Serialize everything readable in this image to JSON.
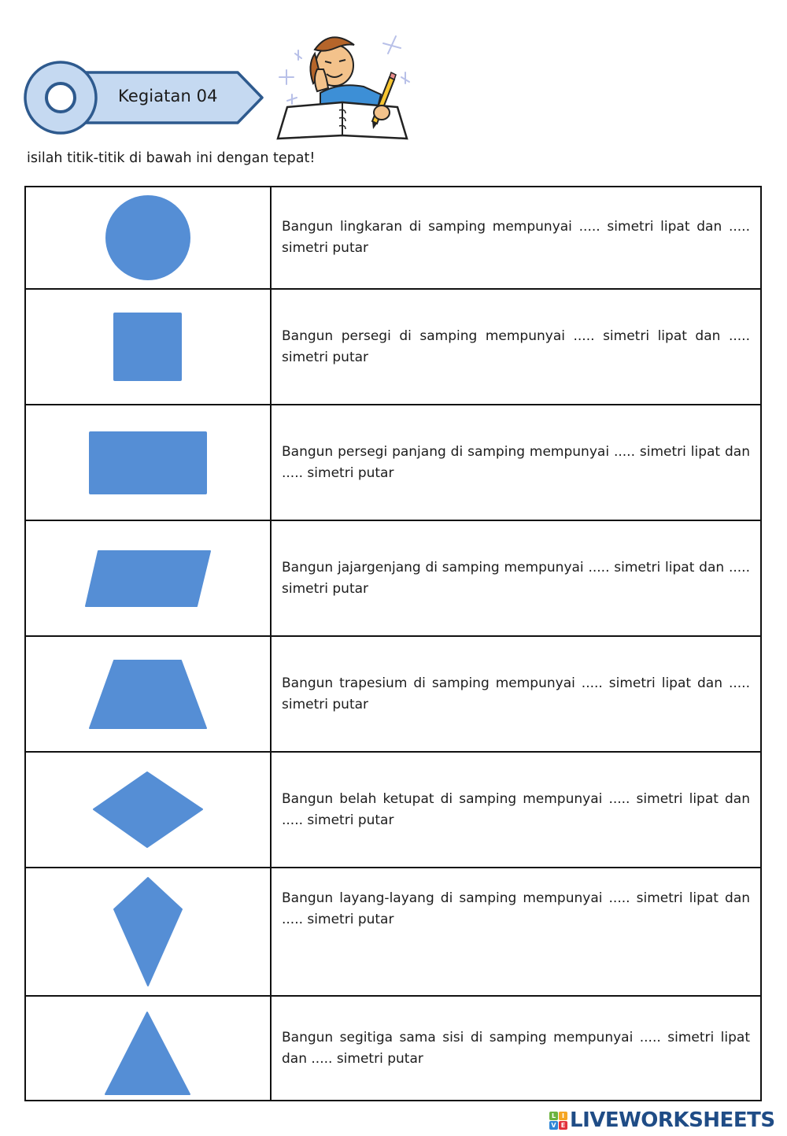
{
  "header": {
    "badge_label": "Kegiatan 04",
    "badge_fill": "#c5d9f1",
    "badge_stroke": "#2e5a8e",
    "clipart": "student-writing-in-notebook"
  },
  "instruction": "isilah titik-titik di bawah ini dengan tepat!",
  "shape_color": "#558ed5",
  "rows": [
    {
      "shape": "circle",
      "before": "Bangun lingkaran di samping mempunyai ",
      "blank1": ".....",
      "middle": " simetri lipat dan ",
      "blank2": ".....",
      "after": " simetri putar"
    },
    {
      "shape": "square",
      "before": "Bangun persegi di samping mempunyai ",
      "blank1": ".....",
      "middle": " simetri lipat dan ",
      "blank2": ".....",
      "after": " simetri putar"
    },
    {
      "shape": "rectangle",
      "before": "Bangun persegi panjang di samping mempunyai ",
      "blank1": ".....",
      "middle": " simetri lipat dan ",
      "blank2": ".....",
      "after": " simetri putar"
    },
    {
      "shape": "parallelogram",
      "before": "Bangun jajargenjang di samping mempunyai ",
      "blank1": ".....",
      "middle": " simetri lipat dan ",
      "blank2": ".....",
      "after": " simetri putar"
    },
    {
      "shape": "trapezoid",
      "before": "Bangun trapesium di samping mempunyai ",
      "blank1": ".....",
      "middle": " simetri lipat dan ",
      "blank2": ".....",
      "after": " simetri putar"
    },
    {
      "shape": "rhombus",
      "before": "Bangun belah ketupat di samping mempunyai ",
      "blank1": ".....",
      "middle": " simetri lipat dan ",
      "blank2": ".....",
      "after": " simetri putar"
    },
    {
      "shape": "kite",
      "before": "Bangun layang-layang di samping mempunyai ",
      "blank1": ".....",
      "middle": " simetri lipat dan ",
      "blank2": ".....",
      "after": " simetri putar"
    },
    {
      "shape": "triangle",
      "before": "Bangun segitiga sama sisi di samping mempunyai ",
      "blank1": ".....",
      "middle": " simetri lipat dan ",
      "blank2": ".....",
      "after": " simetri putar"
    }
  ],
  "footer": {
    "logo_blocks": [
      "L",
      "I",
      "V",
      "E"
    ],
    "logo_block_colors": [
      "#6cb33f",
      "#f6a623",
      "#2e86d6",
      "#e2313a"
    ],
    "logo_text": "LIVEWORKSHEETS"
  }
}
